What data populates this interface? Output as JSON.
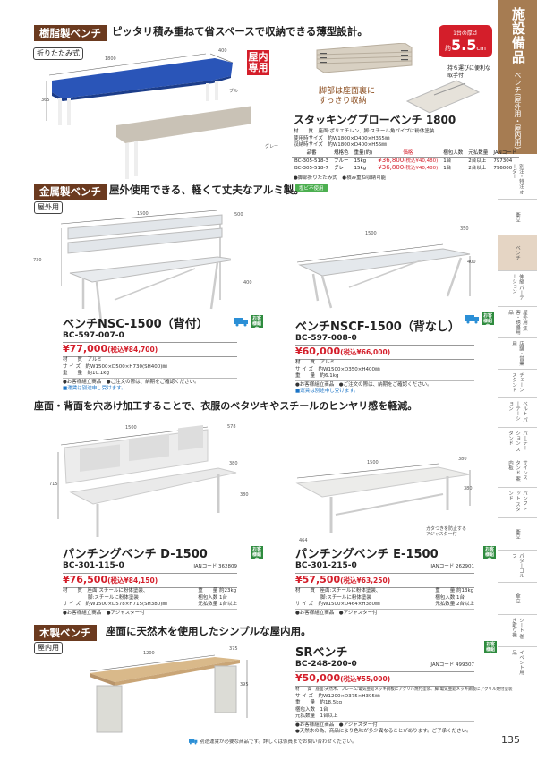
{
  "sidebar": {
    "category": "施設備品",
    "subcategory": "ベンチ(屋外用・屋内用)",
    "items": [
      {
        "label": "別注・特注 オーダー",
        "active": false
      },
      {
        "label": "衝立",
        "active": false
      },
      {
        "label": "ベンチ",
        "active": true
      },
      {
        "label": "伸縮 パーテーション",
        "active": false
      },
      {
        "label": "屋外用 集客・誘導用品",
        "active": false
      },
      {
        "label": "店舗・営業用",
        "active": false
      },
      {
        "label": "チェーン スタンド",
        "active": false
      },
      {
        "label": "ベルト パーテーション",
        "active": false
      },
      {
        "label": "パーテーション スタンド",
        "active": false
      },
      {
        "label": "サインスタンド 案内板",
        "active": false
      },
      {
        "label": "パンフレット スタンド",
        "active": false
      },
      {
        "label": "衝立",
        "active": false
      },
      {
        "label": "パターゴルフ",
        "active": false
      },
      {
        "label": "傘立",
        "active": false
      },
      {
        "label": "シート 巻き取り機",
        "active": false
      },
      {
        "label": "イベント用品",
        "active": false
      }
    ]
  },
  "sections": {
    "resin": {
      "tag": "樹脂製ベンチ",
      "headline": "ピッタリ積み重ねて省スペースで収納できる薄型設計。",
      "use_tag": "折りたたみ式",
      "indoor_badge": "屋内専用",
      "thickness_callout": {
        "line1": "1台の厚さ",
        "prefix": "約",
        "value": "5.5",
        "unit": "cm"
      },
      "handle_note": "持ち運びに便利な取手付",
      "storage_note": "脚部は座面裏にすっきり収納",
      "color_labels": [
        "ブルー",
        "グレー"
      ],
      "dims": {
        "w": "1800",
        "d": "400",
        "h": "365"
      },
      "product": {
        "name": "スタッキングブローベンチ 1800",
        "specs": [
          {
            "label": "材　　質",
            "value": "座面:ポリエチレン、脚:スチール角パイプに粉体塗装"
          },
          {
            "label": "使用時サイズ",
            "value": "約W1800×D400×H365㎜"
          },
          {
            "label": "収納時サイズ",
            "value": "約W1800×D400×H55㎜"
          }
        ],
        "table_headers": [
          "品番",
          "規格色",
          "重量(約)",
          "価格",
          "梱包入数",
          "元払数量",
          "JANコード"
        ],
        "rows": [
          {
            "code": "BC-305-518-3",
            "color": "ブルー",
            "weight": "15kg",
            "price": "¥36,800",
            "price_tax": "(税込¥40,480)",
            "pack": "1台",
            "min": "2台以上",
            "jan": "797304"
          },
          {
            "code": "BC-305-518-7",
            "color": "グレー",
            "weight": "15kg",
            "price": "¥36,800",
            "price_tax": "(税込¥40,480)",
            "pack": "1台",
            "min": "2台以上",
            "jan": "796000"
          }
        ],
        "notes": "●脚部折りたたみ式　●積み重ね収納可能",
        "env_badge": "塩ビ不使用"
      }
    },
    "metal": {
      "tag": "金属製ベンチ",
      "headline": "屋外使用できる、軽くて丈夫なアルミ製。",
      "use_tag": "屋外用",
      "products": [
        {
          "name": "ベンチNSC-1500（背付）",
          "code": "BC-597-007-0",
          "price": "¥77,000",
          "price_tax": "(税込¥84,700)",
          "dims": {
            "w": "1500",
            "d": "500",
            "h": "730",
            "sh": "400"
          },
          "specs": [
            {
              "label": "材　　質",
              "value": "アルミ"
            },
            {
              "label": "サ イ ズ",
              "value": "約W1500×D500×H730(SH400)㎜"
            },
            {
              "label": "重　　量",
              "value": "約10.1kg"
            }
          ],
          "note": "●お客様組立商品　●ご注文の際は、納期をご確認ください。",
          "shipping": "■運賃は別途申し受けます。",
          "badge": "お客様組立"
        },
        {
          "name": "ベンチNSCF-1500（背なし）",
          "code": "BC-597-008-0",
          "price": "¥60,000",
          "price_tax": "(税込¥66,000)",
          "dims": {
            "w": "1500",
            "d": "350",
            "h": "400"
          },
          "specs": [
            {
              "label": "材　　質",
              "value": "アルミ"
            },
            {
              "label": "サ イ ズ",
              "value": "約W1500×D350×H400㎜"
            },
            {
              "label": "重　　量",
              "value": "約6.1kg"
            }
          ],
          "note": "●お客様組立商品　●ご注文の際は、納期をご確認ください。",
          "shipping": "■運賃は別途申し受けます。",
          "badge": "お客様組立"
        }
      ]
    },
    "punching": {
      "headline": "座面・背面を穴あけ加工することで、衣服のベタツキやスチールのヒンヤリ感を軽減。",
      "products": [
        {
          "name": "パンチングベンチ D-1500",
          "code": "BC-301-115-0",
          "jan": "JANコード 362809",
          "price": "¥76,500",
          "price_tax": "(税込¥84,150)",
          "dims": {
            "w": "1500",
            "d": "578",
            "h": "715",
            "sh": "380",
            "sd": "380"
          },
          "specs_left": [
            {
              "label": "材　　質",
              "value": "座面:スチールに粉体塗装、"
            },
            {
              "label": "",
              "value": "脚:スチールに粉体塗装"
            },
            {
              "label": "サ イ ズ",
              "value": "約W1500×D578×H715(SH380)㎜"
            }
          ],
          "specs_right": [
            {
              "label": "重　　量",
              "value": "約23kg"
            },
            {
              "label": "梱包入数",
              "value": "1台"
            },
            {
              "label": "元払数量",
              "value": "1台以上"
            }
          ],
          "note": "●お客様組立商品　●アジャスター付",
          "badge": "お客様組立"
        },
        {
          "name": "パンチングベンチ E-1500",
          "code": "BC-301-215-0",
          "jan": "JANコード 262901",
          "price": "¥57,500",
          "price_tax": "(税込¥63,250)",
          "dims": {
            "w": "1500",
            "d": "380",
            "h": "380",
            "foot": "464"
          },
          "adjuster_note": "ガタつきを防止するアジャスター付",
          "specs_left": [
            {
              "label": "材　　質",
              "value": "座面:スチールに粉体塗装、"
            },
            {
              "label": "",
              "value": "脚:スチールに粉体塗装"
            },
            {
              "label": "サ イ ズ",
              "value": "約W1500×D464×H380㎜"
            }
          ],
          "specs_right": [
            {
              "label": "重　　量",
              "value": "約13kg"
            },
            {
              "label": "梱包入数",
              "value": "1台"
            },
            {
              "label": "元払数量",
              "value": "2台以上"
            }
          ],
          "note": "●お客様組立商品　●アジャスター付",
          "badge": "お客様組立"
        }
      ]
    },
    "wood": {
      "tag": "木製ベンチ",
      "headline": "座面に天然木を使用したシンプルな屋内用。",
      "use_tag": "屋内用",
      "dims": {
        "w": "1200",
        "d": "375",
        "h": "395"
      },
      "product": {
        "name": "SRベンチ",
        "code": "BC-248-200-0",
        "jan": "JANコード 499307",
        "price": "¥50,000",
        "price_tax": "(税込¥55,000)",
        "specs": [
          {
            "label": "材　　質",
            "value": "座面:天然木、フレーム:電気亜鉛メッキ鋼板にアクリル焼付塗装、脚:電気亜鉛メッキ鋼板にアクリル焼付塗装"
          },
          {
            "label": "サ イ ズ",
            "value": "約W1200×D375×H395㎜"
          },
          {
            "label": "重　　量",
            "value": "約18.5kg"
          },
          {
            "label": "梱包入数",
            "value": "1台"
          },
          {
            "label": "元払数量",
            "value": "1台以上"
          }
        ],
        "notes": [
          "●お客様組立商品　●アジャスター付",
          "●天然木の為、商品により色味が多少異なることがあります。ご了承ください。"
        ],
        "badge": "お客様組立"
      }
    }
  },
  "footer": {
    "note": "別途運賃が必要な商品です。詳しくは係員までお問い合わせください。",
    "page_number": "135"
  }
}
